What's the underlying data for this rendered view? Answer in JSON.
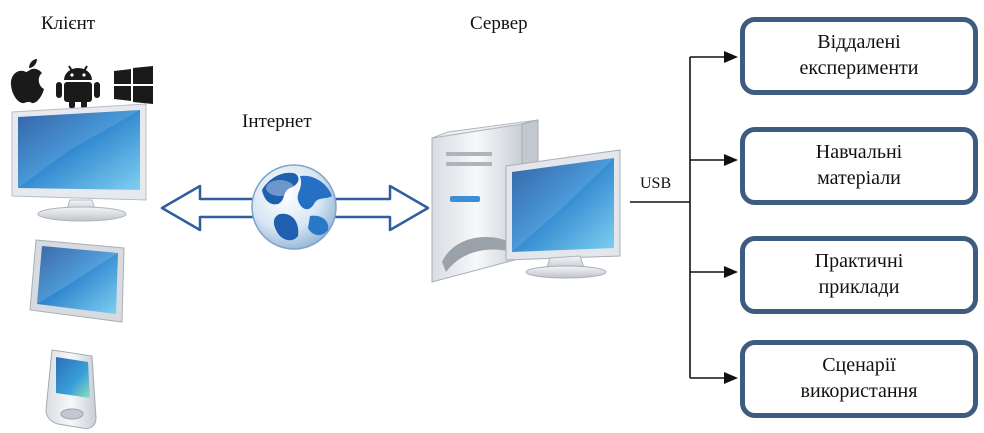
{
  "labels": {
    "client": "Клієнт",
    "server": "Сервер",
    "internet": "Інтернет",
    "usb": "USB"
  },
  "resources": [
    {
      "line1": "Віддалені",
      "line2": "експерименти"
    },
    {
      "line1": "Навчальні",
      "line2": "матеріали"
    },
    {
      "line1": "Практичні",
      "line2": "приклади"
    },
    {
      "line1": "Сценарії",
      "line2": "використання"
    }
  ],
  "icons": {
    "os": [
      "apple-icon",
      "android-icon",
      "windows-icon"
    ],
    "devices": [
      "desktop-monitor-icon",
      "tablet-icon",
      "smartphone-icon"
    ],
    "network": [
      "globe-icon",
      "bidirectional-arrow-icon"
    ],
    "server": "server-computer-icon"
  },
  "colors": {
    "box_border": "#3e5b80",
    "arrow_outline": "#2f5f9e",
    "screen_blue": "#2a78c8"
  }
}
